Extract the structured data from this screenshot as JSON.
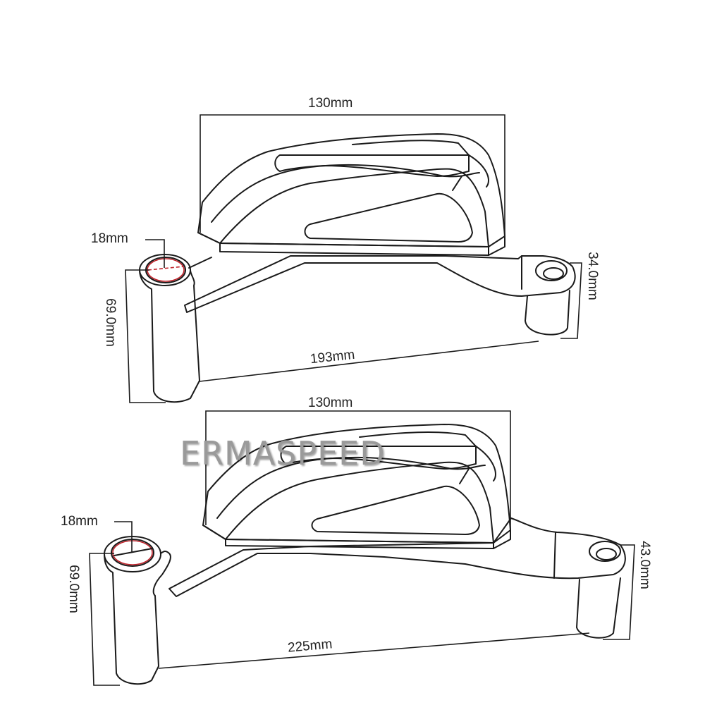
{
  "watermark": {
    "text": "ERMASPEED",
    "color": "#9a9a9a"
  },
  "colors": {
    "line": "#1a1a1a",
    "accent_red": "#c0222a",
    "background": "#ffffff"
  },
  "top_part": {
    "width_label": "130mm",
    "pin_diameter_label": "18mm",
    "post_height_label": "69.0mm",
    "right_post_height_label": "34.0mm",
    "span_label": "193mm"
  },
  "bottom_part": {
    "width_label": "130mm",
    "pin_diameter_label": "18mm",
    "post_height_label": "69.0mm",
    "right_post_height_label": "43.0mm",
    "span_label": "225mm"
  }
}
